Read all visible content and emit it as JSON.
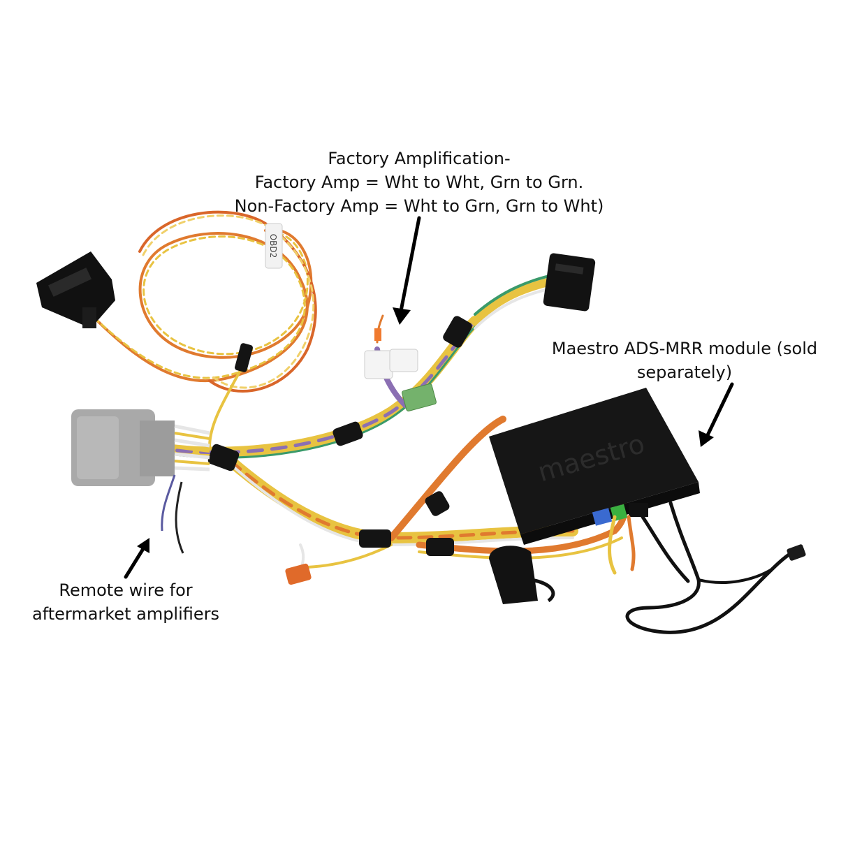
{
  "annotations": {
    "factory_amp": {
      "line1": "Factory Amplification-",
      "line2": "Factory Amp = Wht to Wht, Grn to Grn.",
      "line3": "Non-Factory Amp = Wht to Grn, Grn to Wht)"
    },
    "module": {
      "line1": "Maestro ADS-MRR module (sold",
      "line2": "separately)"
    },
    "remote": {
      "line1": "Remote wire for",
      "line2": "aftermarket amplifiers"
    }
  },
  "module_brand": "maestro",
  "obd_tag": "OBD2",
  "colors": {
    "background": "#ffffff",
    "connector_black": "#111111",
    "connector_grey": "#a9a9a9",
    "module_black": "#161616",
    "wire_orange": "#e07a2f",
    "wire_yellow": "#e8c341",
    "wire_green": "#3a9a6a",
    "wire_white": "#e6e6e6",
    "wire_purple": "#8b6fb3",
    "tape": "#141414",
    "arrow": "#000000"
  }
}
